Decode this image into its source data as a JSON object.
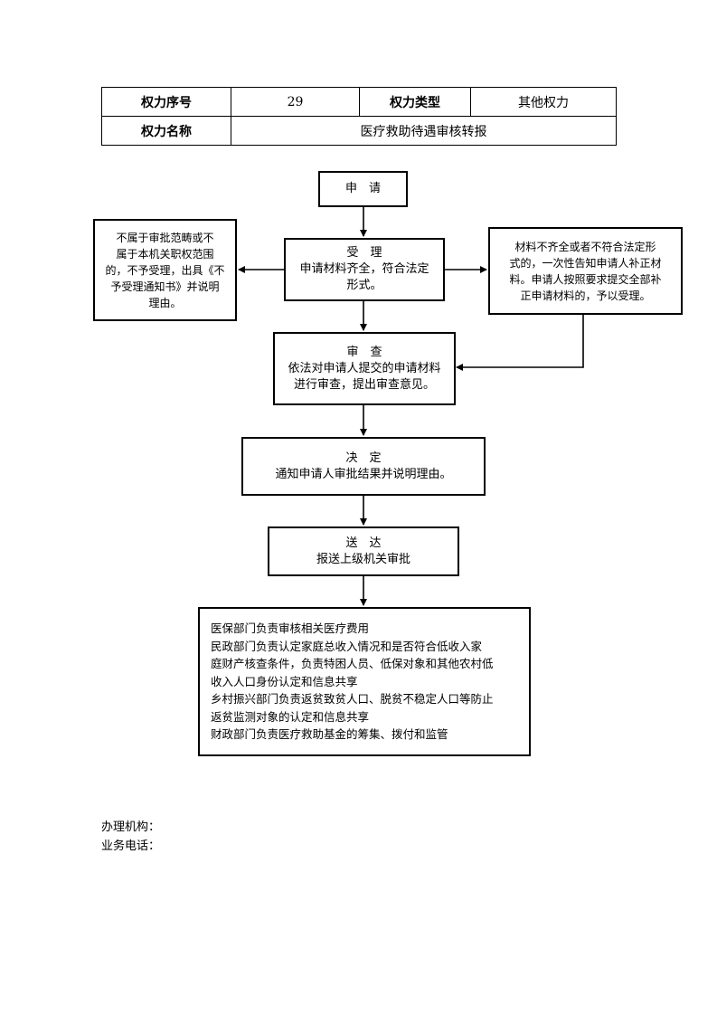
{
  "info_table": {
    "seq_label": "权力序号",
    "seq_value": "29",
    "type_label": "权力类型",
    "type_value": "其他权力",
    "name_label": "权力名称",
    "name_value": "医疗救助待遇审核转报"
  },
  "flow": {
    "apply": "申　请",
    "accept_title": "受　理",
    "accept_lines": [
      "申请材料齐全，符合法定",
      "形式。"
    ],
    "reject_lines": [
      "不属于审批范畴或不",
      "属于本机关职权范围",
      "的，不予受理，出具《不",
      "予受理通知书》并说明",
      "理由。"
    ],
    "supplement_lines": [
      "材料不齐全或者不符合法定形",
      "式的，一次性告知申请人补正材",
      "料。申请人按照要求提交全部补",
      "正申请材料的，予以受理。"
    ],
    "review_title": "审　查",
    "review_lines": [
      "依法对申请人提交的申请材料",
      "进行审查，提出审查意见。"
    ],
    "decide_title": "决　定",
    "decide_lines": [
      "通知申请人审批结果并说明理由。"
    ],
    "deliver_title": "送　达",
    "deliver_lines": [
      "报送上级机关审批"
    ],
    "final_lines": [
      "医保部门负责审核相关医疗费用",
      "民政部门负责认定家庭总收入情况和是否符合低收入家",
      "庭财产核查条件，负责特困人员、低保对象和其他农村低",
      "收入人口身份认定和信息共享",
      "乡村振兴部门负责返贫致贫人口、脱贫不稳定人口等防止",
      "返贫监测对象的认定和信息共享",
      "财政部门负责医疗救助基金的筹集、拨付和监管"
    ]
  },
  "footer": {
    "office_label": "办理机构：",
    "phone_label": "业务电话："
  }
}
